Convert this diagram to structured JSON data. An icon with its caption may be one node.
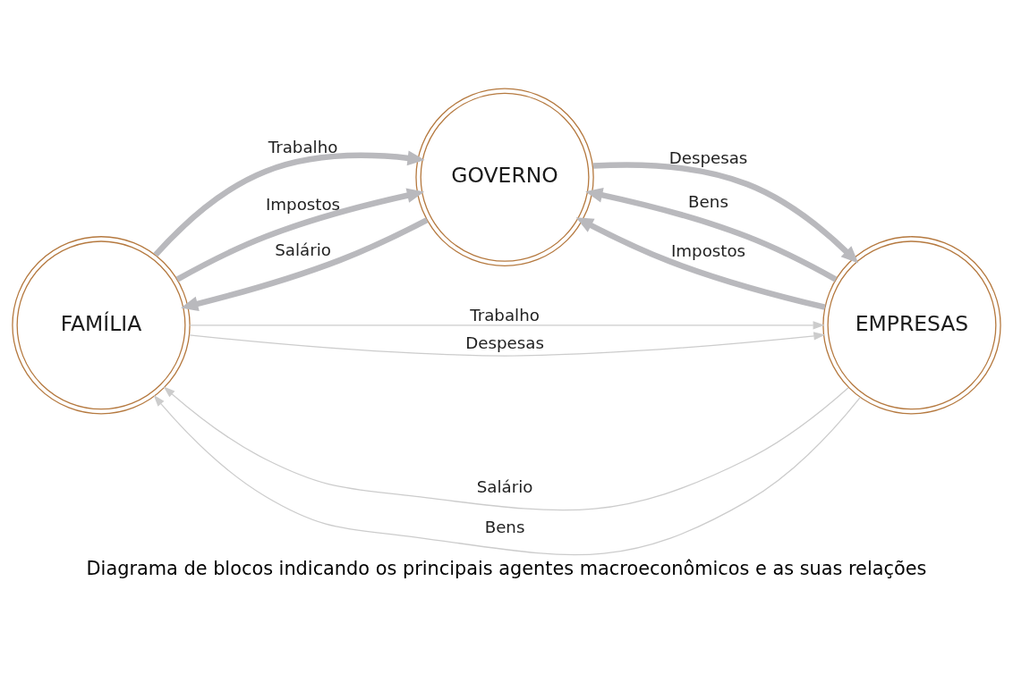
{
  "diagram": {
    "caption": "Diagrama de blocos indicando os principais agentes macroeconômicos e as suas relações",
    "nodes": [
      {
        "text": [
          "FAMÍLIA"
        ]
      },
      {
        "text": [
          "GOVERNO"
        ]
      },
      {
        "text": [
          "EMPRESAS"
        ]
      }
    ],
    "edges": [
      {
        "from": 0,
        "to": 2,
        "arrow": "to",
        "label": "Trabalho",
        "color": "#cccccc"
      },
      {
        "from": 2,
        "to": 0,
        "arrow": "to",
        "label": "Salário",
        "color": "#cccccc"
      },
      {
        "from": 0,
        "to": 1,
        "arrow": "to",
        "label": "Trabalho"
      },
      {
        "from": 1,
        "to": 0,
        "arrow": "to",
        "label": "Salário"
      },
      {
        "from": 0,
        "to": 1,
        "arrow": "to",
        "label": "Impostos"
      },
      {
        "from": 2,
        "to": 1,
        "arrow": "to",
        "label": "Bens"
      },
      {
        "from": 1,
        "to": 2,
        "arrow": "to",
        "label": "Despesas"
      },
      {
        "from": 2,
        "to": 1,
        "arrow": "to",
        "label": "Impostos"
      },
      {
        "from": 2,
        "to": 0,
        "arrow": "to",
        "label": "Bens",
        "color": "#cccccc"
      },
      {
        "from": 0,
        "to": 2,
        "arrow": "to",
        "label": "Despesas",
        "color": "#cccccc"
      }
    ]
  }
}
